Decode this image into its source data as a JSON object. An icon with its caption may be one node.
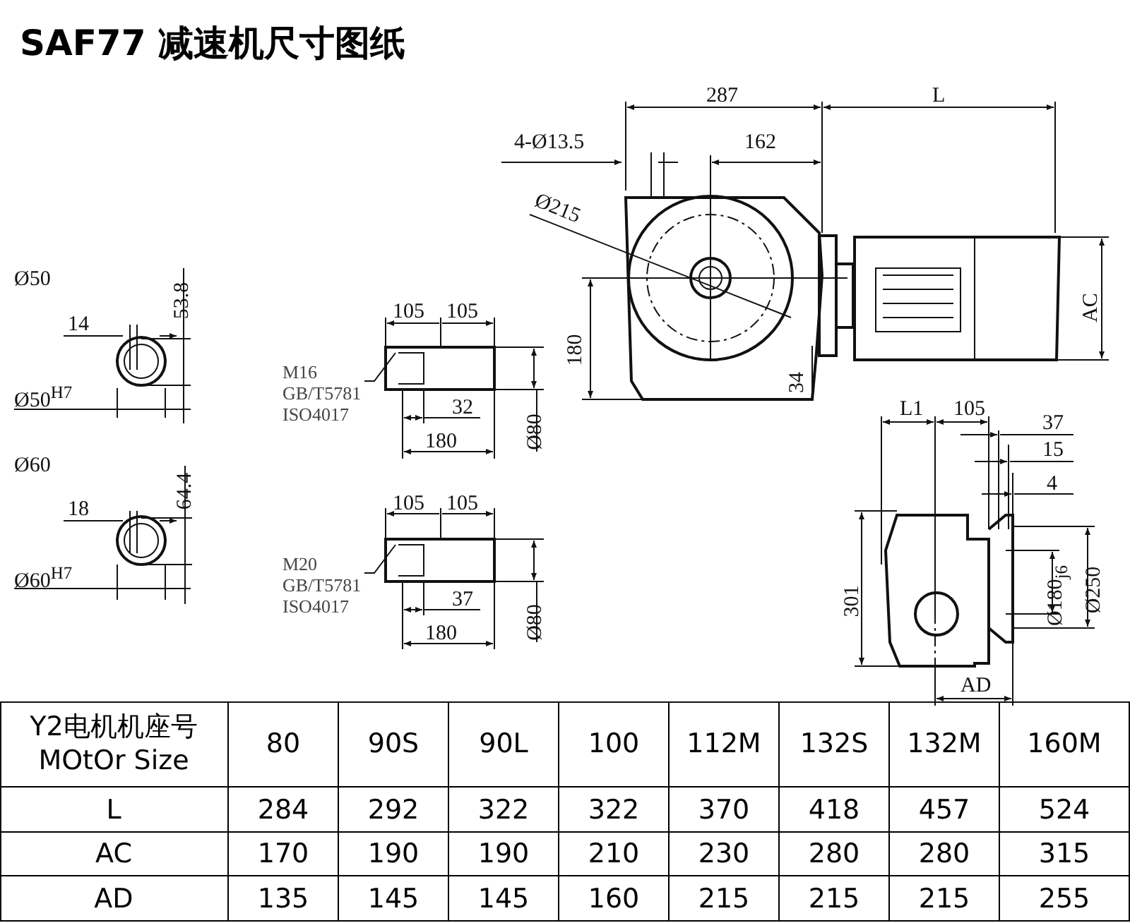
{
  "diagram": {
    "title": "SAF77 减速机尺寸图纸",
    "nodes": [
      {
        "text": [
          "M16 GB/T5781 ISO4017"
        ]
      },
      {
        "text": [
          "M20 GB/T5781 ISO4017"
        ]
      }
    ],
    "edges": [
      {
        "from": 0,
        "to": null,
        "arrow": "none"
      },
      {
        "from": 1,
        "to": null,
        "arrow": "none"
      }
    ],
    "labels": [
      "Ø50",
      "14",
      "53.8",
      "Ø50$^{H7}$",
      "Ø60",
      "18",
      "64.4",
      "Ø60$^{H7}$",
      "105",
      "105",
      "32",
      "180",
      "Ø80",
      "105",
      "105",
      "37",
      "180",
      "Ø80",
      "287",
      "L",
      "4-Ø13.5",
      "162",
      "Ø215",
      "180",
      "AC",
      "34",
      "L1",
      "105",
      "37",
      "15",
      "4",
      "301",
      "Ø180$_{j6}$",
      "Ø250",
      "AD",
      "Y2电机机座号 MOtOr Size",
      "80",
      "90S",
      "90L",
      "100",
      "112M",
      "132S",
      "132M",
      "160M",
      "L",
      "284",
      "292",
      "322",
      "322",
      "370",
      "418",
      "457",
      "524",
      "AC",
      "170",
      "190",
      "190",
      "210",
      "230",
      "280",
      "280",
      "315",
      "AD",
      "135",
      "145",
      "145",
      "160",
      "215",
      "215",
      "215",
      "255"
    ]
  }
}
